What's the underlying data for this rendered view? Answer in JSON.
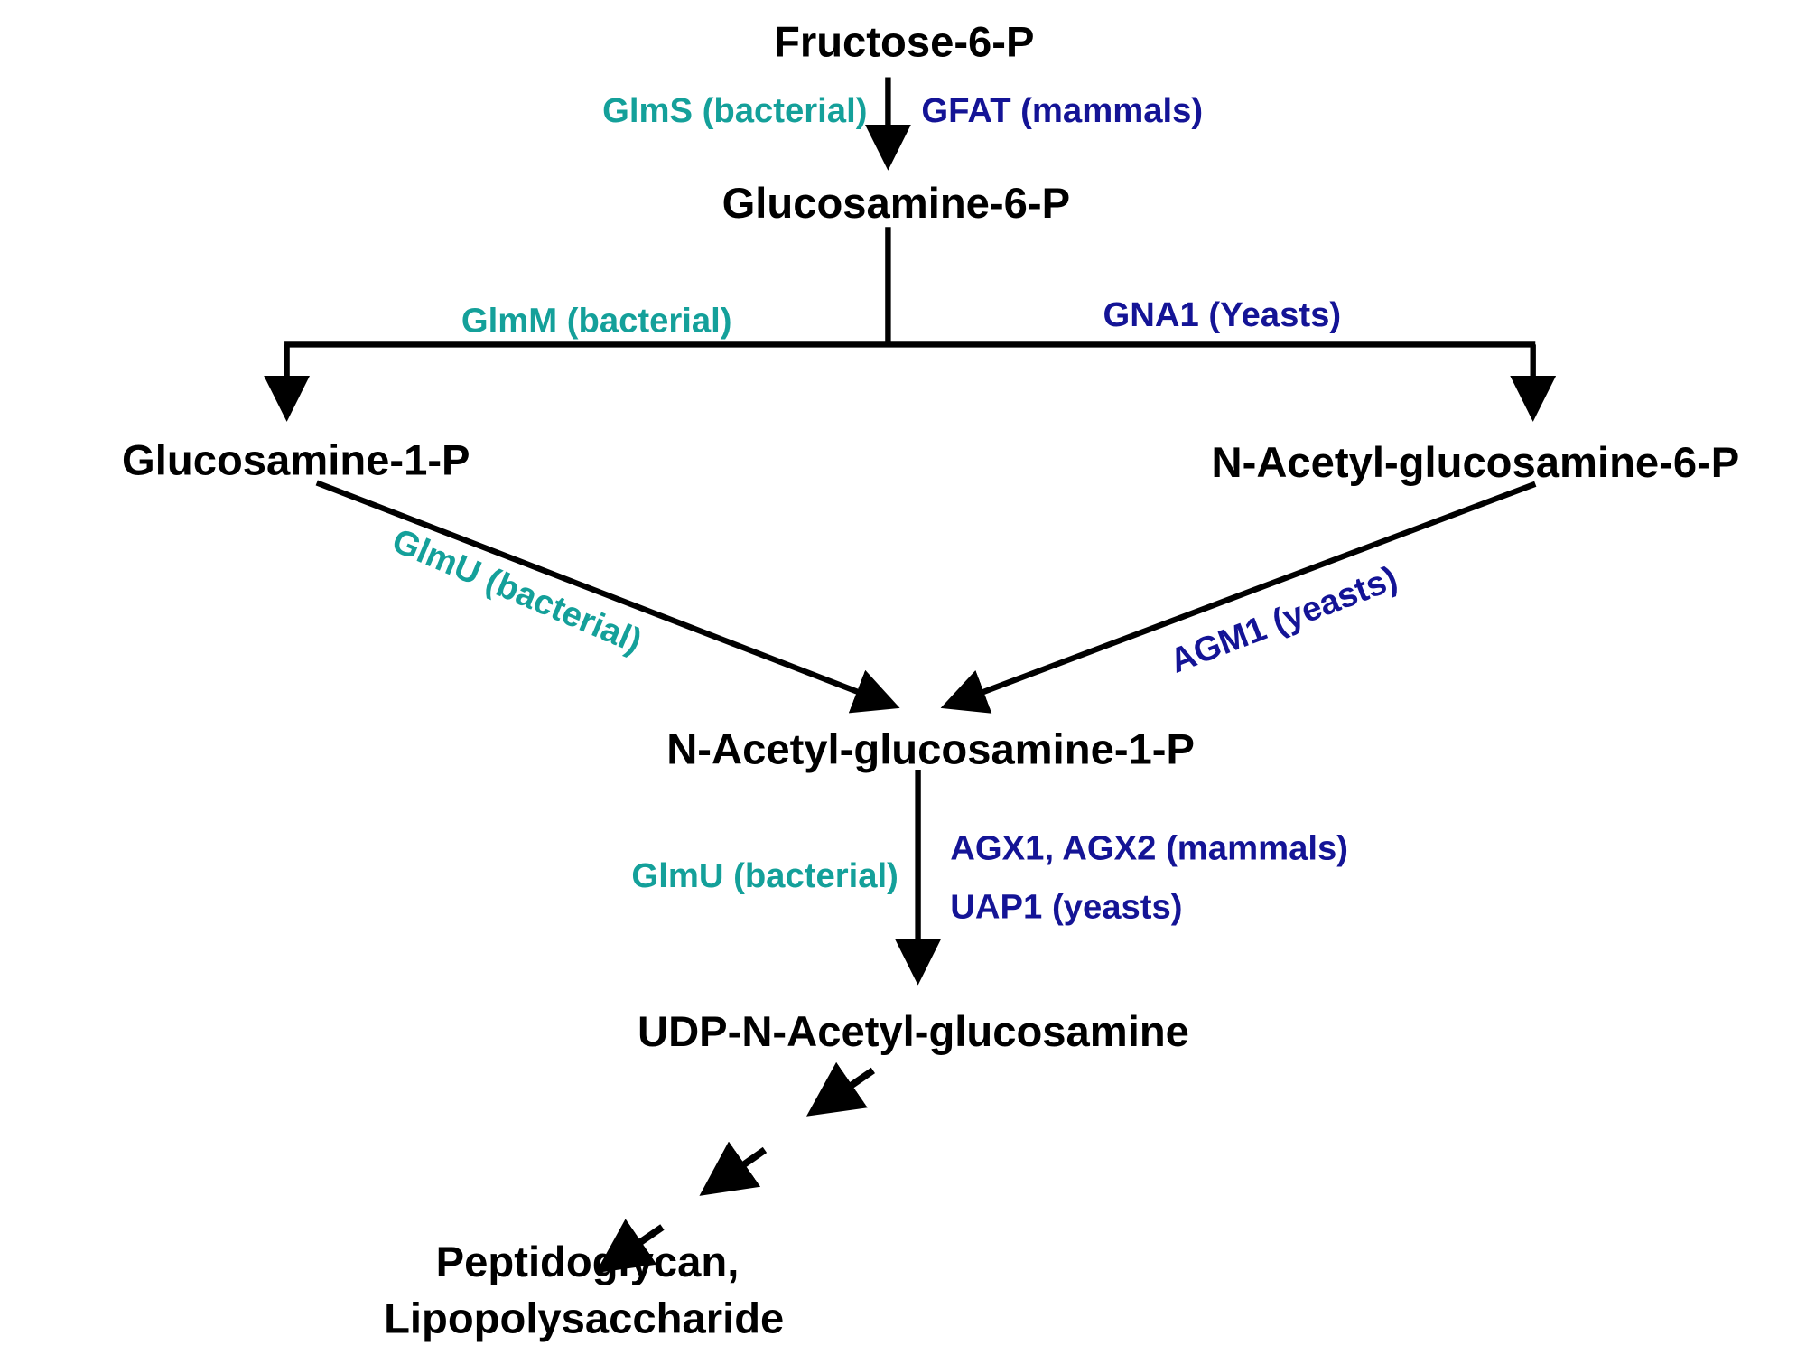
{
  "diagram": {
    "title": "UDP-N-Acetyl-glucosamine biosynthesis pathway",
    "colors": {
      "bacterial": "#14a09a",
      "eukaryotic": "#141496",
      "metabolite": "#000000"
    },
    "nodes": {
      "fructose_6p": "Fructose-6-P",
      "glucosamine_6p": "Glucosamine-6-P",
      "glucosamine_1p": "Glucosamine-1-P",
      "nacetyl_glucosamine_6p": "N-Acetyl-glucosamine-6-P",
      "nacetyl_glucosamine_1p": "N-Acetyl-glucosamine-1-P",
      "udp_nacetyl_glucosamine": "UDP-N-Acetyl-glucosamine",
      "peptidoglycan": "Peptidoglycan,",
      "lipopolysaccharide": "Lipopolysaccharide"
    },
    "enzymes": {
      "glms": "GlmS (bacterial)",
      "gfat": "GFAT (mammals)",
      "glmm": "GlmM (bacterial)",
      "gna1": "GNA1 (Yeasts)",
      "glmu_diag": "GlmU (bacterial)",
      "agm1": "AGM1 (yeasts)",
      "glmu": "GlmU (bacterial)",
      "agx": "AGX1, AGX2 (mammals)",
      "uap1": "UAP1 (yeasts)"
    },
    "edges": [
      {
        "from": "Fructose-6-P",
        "to": "Glucosamine-6-P",
        "enzymes": [
          "GlmS (bacterial)",
          "GFAT (mammals)"
        ]
      },
      {
        "from": "Glucosamine-6-P",
        "to": "Glucosamine-1-P",
        "enzymes": [
          "GlmM (bacterial)"
        ]
      },
      {
        "from": "Glucosamine-6-P",
        "to": "N-Acetyl-glucosamine-6-P",
        "enzymes": [
          "GNA1 (Yeasts)"
        ]
      },
      {
        "from": "Glucosamine-1-P",
        "to": "N-Acetyl-glucosamine-1-P",
        "enzymes": [
          "GlmU (bacterial)"
        ]
      },
      {
        "from": "N-Acetyl-glucosamine-6-P",
        "to": "N-Acetyl-glucosamine-1-P",
        "enzymes": [
          "AGM1 (yeasts)"
        ]
      },
      {
        "from": "N-Acetyl-glucosamine-1-P",
        "to": "UDP-N-Acetyl-glucosamine",
        "enzymes": [
          "GlmU (bacterial)",
          "AGX1, AGX2 (mammals)",
          "UAP1 (yeasts)"
        ]
      },
      {
        "from": "UDP-N-Acetyl-glucosamine",
        "to": "Peptidoglycan, Lipopolysaccharide",
        "enzymes": [],
        "style": "dashed (multi-step)"
      }
    ]
  }
}
